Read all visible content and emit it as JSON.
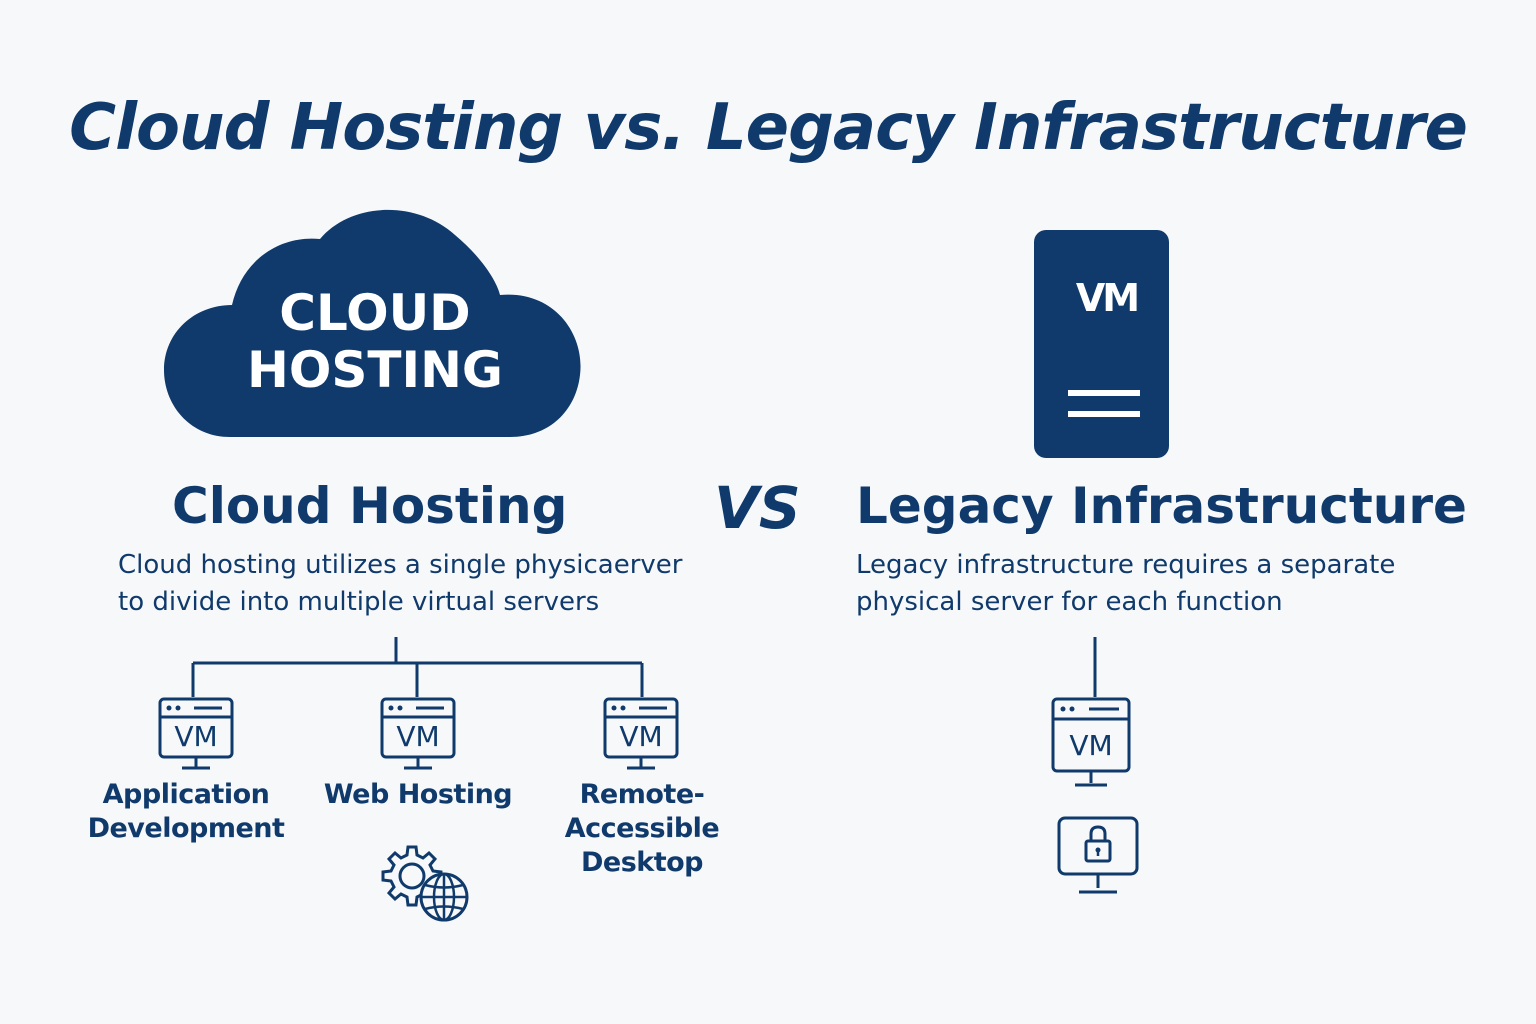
{
  "title": "Cloud Hosting vs. Legacy Infrastructure",
  "colors": {
    "primary": "#0f3a6b",
    "background": "#f7f8f9"
  },
  "cloud": {
    "icon_line1": "CLOUD",
    "icon_line2": "HOSTING",
    "heading": "Cloud Hosting",
    "desc_line1": "Cloud hosting utilizes a single physicaerver",
    "desc_line2": "to divide into multiple virtual servers",
    "vms": [
      {
        "label": "VM",
        "name_lines": [
          "Application",
          "Development"
        ]
      },
      {
        "label": "VM",
        "name_lines": [
          "Web Hosting"
        ]
      },
      {
        "label": "VM",
        "name_lines": [
          "Remote-",
          "Accessible",
          "Desktop"
        ]
      }
    ]
  },
  "vs_label": "VS",
  "legacy": {
    "server_label": "VM",
    "heading": "Legacy Infrastructure",
    "desc_line1": "Legacy infrastructure requires a separate",
    "desc_line2": "physical server for each function",
    "vm_label": "VM"
  }
}
